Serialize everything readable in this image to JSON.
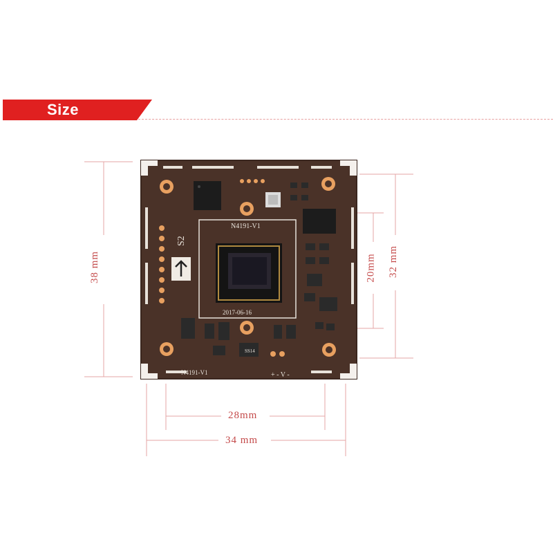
{
  "header": {
    "title": "Size",
    "banner_color": "#e02020"
  },
  "board": {
    "silkscreen_model": "N4191-V1",
    "silkscreen_model_bottom": "N4191-V1",
    "silkscreen_date": "2017-06-16",
    "silkscreen_s2": "S2",
    "silkscreen_power": "+ - V -",
    "chip_label": "SS14",
    "pcb_color": "#4a3228",
    "pad_color": "#e8a060"
  },
  "dimensions": {
    "height_outer": "38 mm",
    "height_lens_mount": "32 mm",
    "height_inner": "20mm",
    "width_lens_mount": "28mm",
    "width_outer": "34 mm",
    "line_color": "#e4a6a6",
    "text_color": "#c44a4a"
  }
}
